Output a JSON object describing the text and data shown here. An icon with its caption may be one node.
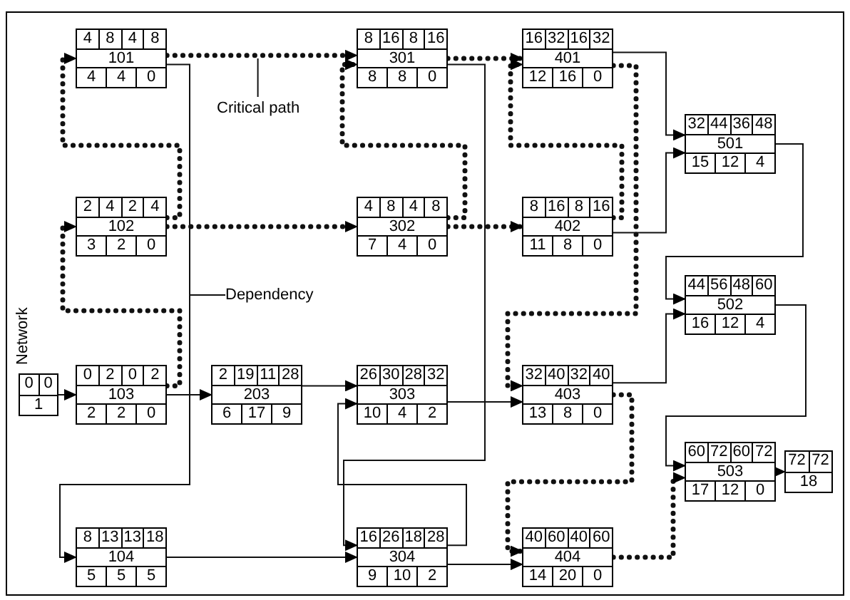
{
  "diagram": {
    "nodes": [
      {
        "text": [
          "4",
          "8",
          "4",
          "8",
          "101",
          "4",
          "4",
          "0"
        ]
      },
      {
        "text": [
          "8",
          "16",
          "8",
          "16",
          "301",
          "8",
          "8",
          "0"
        ]
      },
      {
        "text": [
          "16",
          "32",
          "16",
          "32",
          "401",
          "12",
          "16",
          "0"
        ]
      },
      {
        "text": [
          "32",
          "44",
          "36",
          "48",
          "501",
          "15",
          "12",
          "4"
        ]
      },
      {
        "text": [
          "2",
          "4",
          "2",
          "4",
          "102",
          "3",
          "2",
          "0"
        ]
      },
      {
        "text": [
          "4",
          "8",
          "4",
          "8",
          "302",
          "7",
          "4",
          "0"
        ]
      },
      {
        "text": [
          "8",
          "16",
          "8",
          "16",
          "402",
          "11",
          "8",
          "0"
        ]
      },
      {
        "text": [
          "44",
          "56",
          "48",
          "60",
          "502",
          "16",
          "12",
          "4"
        ]
      },
      {
        "text": [
          "0",
          "0",
          "1"
        ]
      },
      {
        "text": [
          "0",
          "2",
          "0",
          "2",
          "103",
          "2",
          "2",
          "0"
        ]
      },
      {
        "text": [
          "2",
          "19",
          "11",
          "28",
          "203",
          "6",
          "17",
          "9"
        ]
      },
      {
        "text": [
          "26",
          "30",
          "28",
          "32",
          "303",
          "10",
          "4",
          "2"
        ]
      },
      {
        "text": [
          "32",
          "40",
          "32",
          "40",
          "403",
          "13",
          "8",
          "0"
        ]
      },
      {
        "text": [
          "60",
          "72",
          "60",
          "72",
          "503",
          "17",
          "12",
          "0"
        ]
      },
      {
        "text": [
          "72",
          "72",
          "18"
        ]
      },
      {
        "text": [
          "8",
          "13",
          "13",
          "18",
          "104",
          "5",
          "5",
          "5"
        ]
      },
      {
        "text": [
          "16",
          "26",
          "18",
          "28",
          "304",
          "9",
          "10",
          "2"
        ]
      },
      {
        "text": [
          "40",
          "60",
          "40",
          "60",
          "404",
          "14",
          "20",
          "0"
        ]
      },
      {
        "text": [
          "Critical path"
        ]
      },
      {
        "text": [
          "Dependency"
        ]
      }
    ],
    "edges": [
      {
        "from": 8,
        "to": 9,
        "arrow": "to"
      },
      {
        "from": 9,
        "to": 10,
        "arrow": "to"
      },
      {
        "from": 9,
        "to": 4,
        "arrow": "to",
        "style": "dashed"
      },
      {
        "from": 4,
        "to": 0,
        "arrow": "to",
        "style": "dashed"
      },
      {
        "from": 0,
        "to": 1,
        "arrow": "to",
        "style": "dashed"
      },
      {
        "from": 4,
        "to": 5,
        "arrow": "to",
        "style": "dashed"
      },
      {
        "from": 5,
        "to": 1,
        "arrow": "to",
        "style": "dashed"
      },
      {
        "from": 5,
        "to": 6,
        "arrow": "to",
        "style": "dashed"
      },
      {
        "from": 1,
        "to": 2,
        "arrow": "to",
        "style": "dashed"
      },
      {
        "from": 6,
        "to": 2,
        "arrow": "to",
        "style": "dashed"
      },
      {
        "from": 2,
        "to": 12,
        "arrow": "to",
        "style": "dashed"
      },
      {
        "from": 12,
        "to": 17,
        "arrow": "to",
        "style": "dashed"
      },
      {
        "from": 17,
        "to": 13,
        "arrow": "to",
        "style": "dashed"
      },
      {
        "from": 13,
        "to": 14,
        "arrow": "to"
      },
      {
        "from": 0,
        "to": 15,
        "arrow": "to"
      },
      {
        "from": 15,
        "to": 16,
        "arrow": "to"
      },
      {
        "from": 1,
        "to": 16,
        "arrow": "to"
      },
      {
        "from": 16,
        "to": 11,
        "arrow": "to"
      },
      {
        "from": 10,
        "to": 11,
        "arrow": "to"
      },
      {
        "from": 11,
        "to": 12,
        "arrow": "to"
      },
      {
        "from": 16,
        "to": 17,
        "arrow": "to"
      },
      {
        "from": 2,
        "to": 3,
        "arrow": "to"
      },
      {
        "from": 6,
        "to": 3,
        "arrow": "to"
      },
      {
        "from": 12,
        "to": 7,
        "arrow": "to"
      },
      {
        "from": 3,
        "to": 7,
        "arrow": "to"
      },
      {
        "from": 7,
        "to": 13,
        "arrow": "to"
      },
      {
        "from": 18,
        "to": null,
        "arrow": "none"
      },
      {
        "from": 19,
        "to": null,
        "arrow": "none"
      }
    ],
    "labels": [
      "Network"
    ]
  }
}
